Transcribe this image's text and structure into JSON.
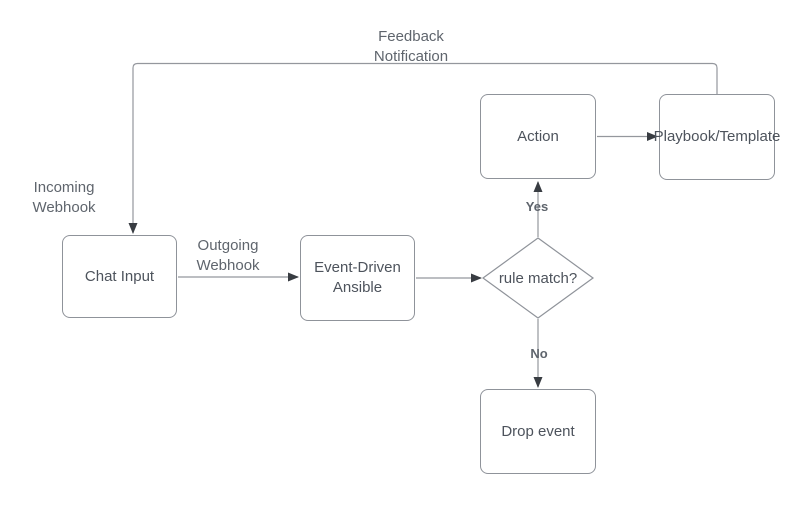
{
  "diagram": {
    "type": "flowchart",
    "colors": {
      "background": "#ffffff",
      "node_fill": "#ffffff",
      "node_border": "#8f939a",
      "connector": "#94979d",
      "arrowhead": "#383c42",
      "node_text": "#4d535c",
      "label_text": "#5f656d"
    },
    "nodes": [
      {
        "id": "chat-input",
        "shape": "rounded-rectangle",
        "label": "Chat Input"
      },
      {
        "id": "event-driven-ansible",
        "shape": "rounded-rectangle",
        "label": "Event-Driven\nAnsible"
      },
      {
        "id": "rule-match",
        "shape": "decision-diamond",
        "label": "rule match?"
      },
      {
        "id": "action",
        "shape": "rounded-rectangle",
        "label": "Action"
      },
      {
        "id": "playbook-template",
        "shape": "rounded-rectangle",
        "label": "Playbook/Template"
      },
      {
        "id": "drop-event",
        "shape": "rounded-rectangle",
        "label": "Drop event"
      }
    ],
    "edges": [
      {
        "from": "Chat Input",
        "to": "Event-Driven Ansible",
        "label": "Outgoing\nWebhook"
      },
      {
        "from": "Event-Driven Ansible",
        "to": "rule match?",
        "label": ""
      },
      {
        "from": "rule match?",
        "to": "Action",
        "label": "Yes"
      },
      {
        "from": "rule match?",
        "to": "Drop event",
        "label": "No"
      },
      {
        "from": "Action",
        "to": "Playbook/Template",
        "label": ""
      },
      {
        "from": "Playbook/Template",
        "to": "Chat Input",
        "label": "Feedback\nNotification",
        "entry_label": "Incoming\nWebhook"
      }
    ]
  }
}
